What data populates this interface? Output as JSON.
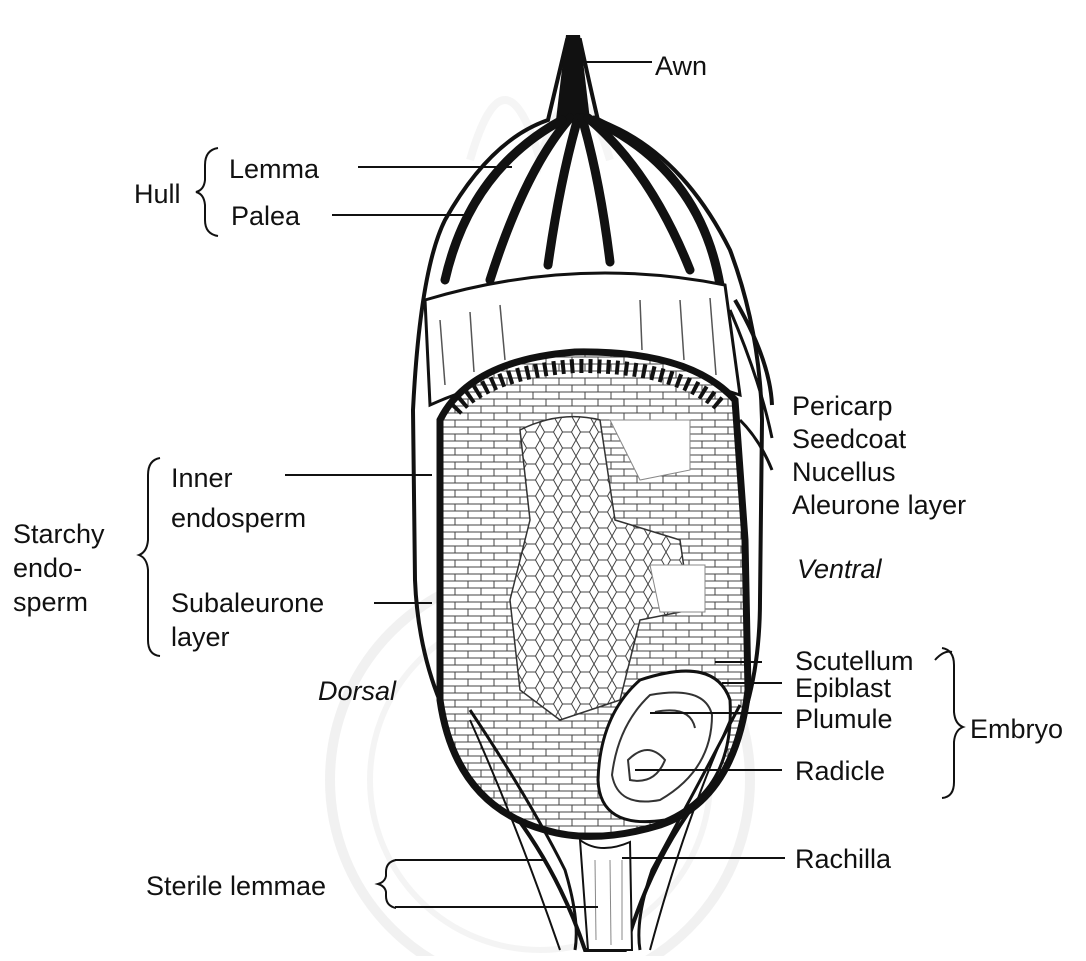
{
  "labels": {
    "awn": "Awn",
    "hull": "Hull",
    "lemma": "Lemma",
    "palea": "Palea",
    "pericarp": "Pericarp",
    "seedcoat": "Seedcoat",
    "nucellus": "Nucellus",
    "aleurone_layer": "Aleurone layer",
    "starchy_endosperm": [
      "Starchy",
      "endo-",
      "sperm"
    ],
    "inner_endosperm": [
      "Inner",
      "endosperm"
    ],
    "subaleurone_layer": [
      "Subaleurone",
      "layer"
    ],
    "ventral": "Ventral",
    "dorsal": "Dorsal",
    "scutellum": "Scutellum",
    "epiblast": "Epiblast",
    "plumule": "Plumule",
    "radicle": "Radicle",
    "embryo": "Embryo",
    "rachilla": "Rachilla",
    "sterile_lemmae": "Sterile lemmae"
  },
  "colors": {
    "ink": "#111111",
    "hull_stipple": "#2a2a2a",
    "endosperm_fill": "#f4f4f4",
    "watermark": "#e9e9e9"
  }
}
